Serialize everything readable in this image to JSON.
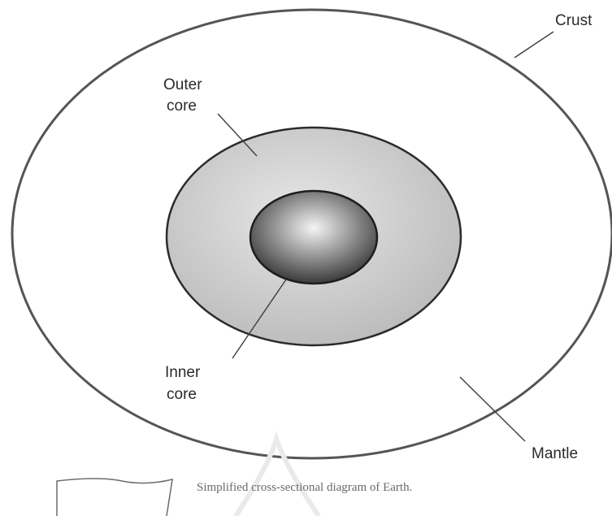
{
  "labels": {
    "crust": "Crust",
    "outer_core_line1": "Outer",
    "outer_core_line2": "core",
    "inner_core_line1": "Inner",
    "inner_core_line2": "core",
    "mantle": "Mantle"
  },
  "caption": "Simplified cross-sectional diagram of Earth.",
  "colors": {
    "outline": "#555555",
    "mantle_fill": "#ffffff",
    "outer_core_light": "#e6e6e6",
    "outer_core_dark": "#bdbdbd",
    "inner_core_light": "#f5f5f5",
    "inner_core_dark": "#3a3a3a"
  }
}
